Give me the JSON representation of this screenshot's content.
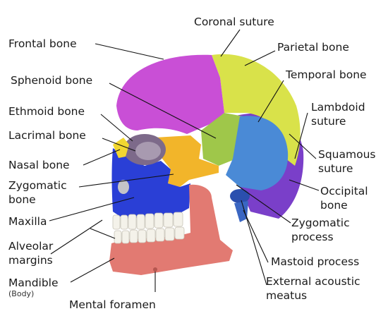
{
  "labels": {
    "coronal_suture": "Coronal suture",
    "frontal_bone": "Frontal bone",
    "parietal_bone": "Parietal bone",
    "sphenoid_bone": "Sphenoid bone",
    "temporal_bone": "Temporal bone",
    "ethmoid_bone": "Ethmoid bone",
    "lambdoid_suture_1": "Lambdoid",
    "lambdoid_suture_2": "suture",
    "lacrimal_bone": "Lacrimal bone",
    "squamous_suture_1": "Squamous",
    "squamous_suture_2": "suture",
    "nasal_bone": "Nasal bone",
    "zygomatic_bone_1": "Zygomatic",
    "zygomatic_bone_2": "bone",
    "occipital_bone_1": "Occipital",
    "occipital_bone_2": "bone",
    "maxilla": "Maxilla",
    "zygomatic_process_1": "Zygomatic",
    "zygomatic_process_2": "process",
    "alveolar_margins_1": "Alveolar",
    "alveolar_margins_2": "margins",
    "mastoid_process": "Mastoid process",
    "mandible": "Mandible",
    "mandible_sub": "(Body)",
    "external_meatus_1": "External acoustic",
    "external_meatus_2": "meatus",
    "mental_foramen": "Mental foramen"
  },
  "colors": {
    "frontal": "#c94fd6",
    "parietal": "#d9e24a",
    "sphenoid": "#9fc74a",
    "temporal": "#4a8ad6",
    "occipital": "#7a3fc9",
    "zygomatic": "#f2b52a",
    "maxilla": "#2a3fd6",
    "nasal": "#f2d730",
    "mandible": "#e27a72",
    "teeth": "#f4f2ea",
    "orbit": "#7d6a8a",
    "lines": "#111111"
  }
}
